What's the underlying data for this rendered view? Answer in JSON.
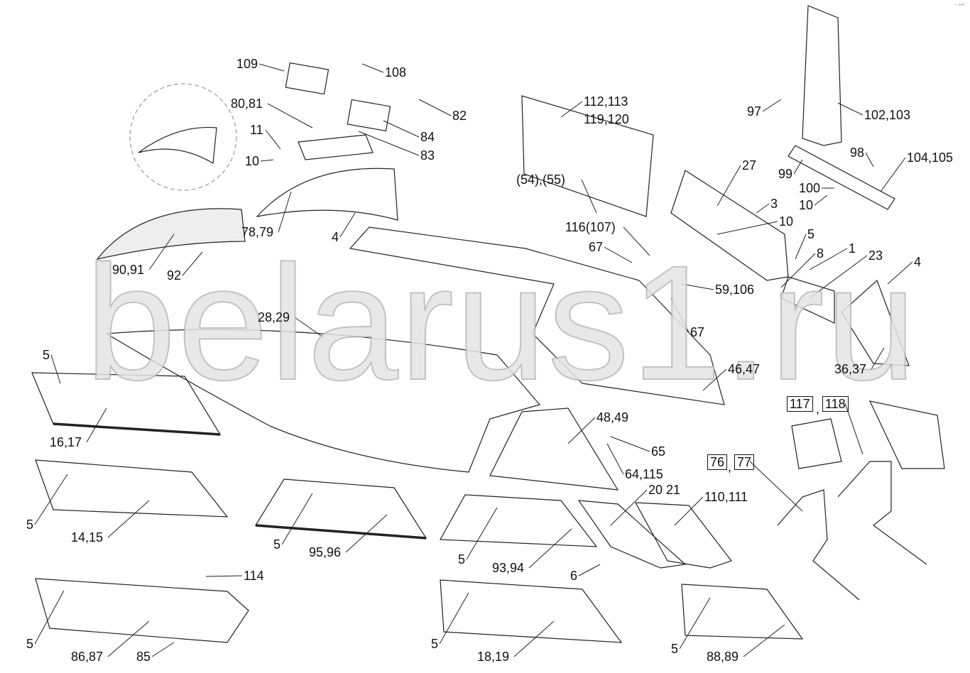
{
  "watermark": "belarus1.ru",
  "corner_mark": "▫ ▪▪▪",
  "callouts": [
    "109",
    "108",
    "80,81",
    "82",
    "11",
    "84",
    "83",
    "10",
    "112,113",
    "119,120",
    "97",
    "102,103",
    "98",
    "104,105",
    "99",
    "27",
    "100",
    "10",
    "3",
    "10",
    "(54),(55)",
    "116(107)",
    "67",
    "5",
    "1",
    "8",
    "23",
    "4",
    "59,106",
    "67",
    "78,79",
    "4",
    "90,91",
    "92",
    "28,29",
    "36,37",
    "46,47",
    "5",
    "16,17",
    "48,49",
    "65",
    "64,115",
    "117",
    "118",
    "76",
    "77",
    "20 21",
    "110,111",
    "5",
    "14,15",
    "5",
    "95,96",
    "5",
    "93,94",
    "6",
    "114",
    "5",
    "86,87",
    "85",
    "5",
    "18,19",
    "5",
    "88,89"
  ],
  "boxed_separators": [
    ",",
    ","
  ]
}
